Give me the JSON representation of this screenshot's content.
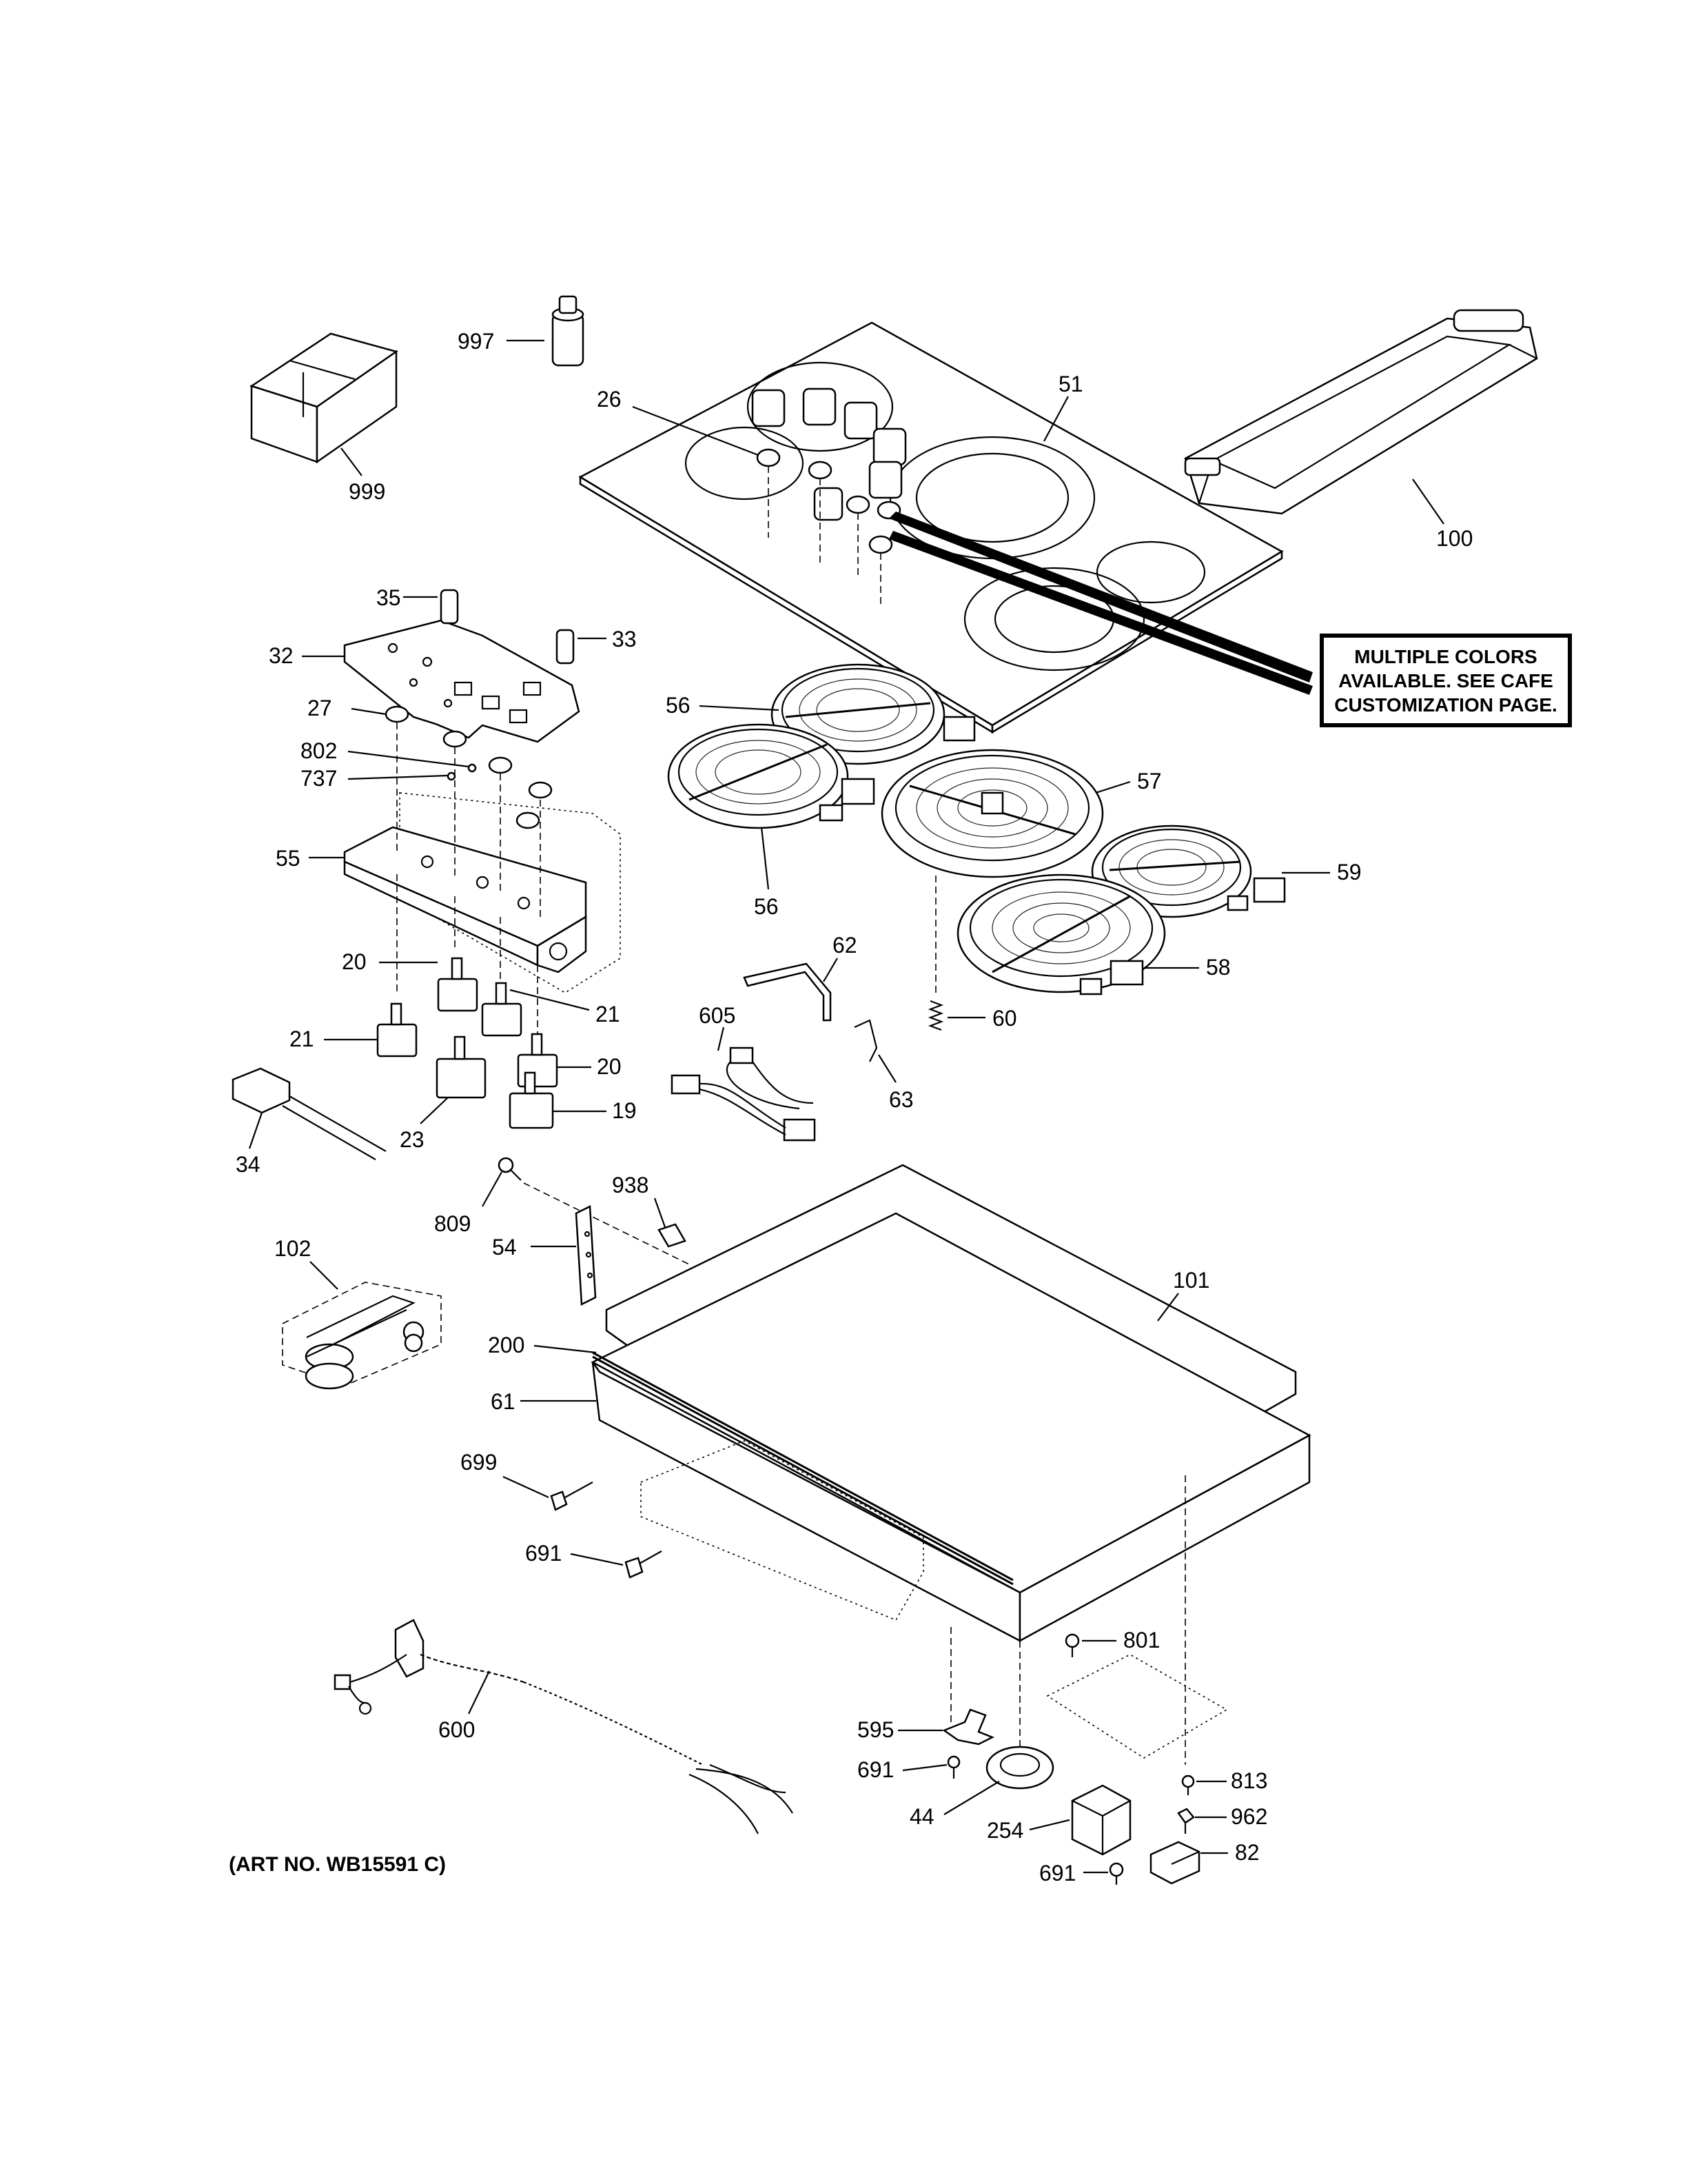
{
  "art_number": "(ART NO. WB15591 C)",
  "note": {
    "lines": [
      "MULTIPLE COLORS",
      "AVAILABLE. SEE CAFE",
      "CUSTOMIZATION PAGE."
    ]
  },
  "callouts": [
    {
      "id": "c997",
      "text": "997"
    },
    {
      "id": "c999",
      "text": "999"
    },
    {
      "id": "c26",
      "text": "26"
    },
    {
      "id": "c51",
      "text": "51"
    },
    {
      "id": "c100",
      "text": "100"
    },
    {
      "id": "c35",
      "text": "35"
    },
    {
      "id": "c33",
      "text": "33"
    },
    {
      "id": "c32",
      "text": "32"
    },
    {
      "id": "c27",
      "text": "27"
    },
    {
      "id": "c802",
      "text": "802"
    },
    {
      "id": "c737",
      "text": "737"
    },
    {
      "id": "c55",
      "text": "55"
    },
    {
      "id": "c20a",
      "text": "20"
    },
    {
      "id": "c21a",
      "text": "21"
    },
    {
      "id": "c21b",
      "text": "21"
    },
    {
      "id": "c20b",
      "text": "20"
    },
    {
      "id": "c23",
      "text": "23"
    },
    {
      "id": "c19",
      "text": "19"
    },
    {
      "id": "c34",
      "text": "34"
    },
    {
      "id": "c56a",
      "text": "56"
    },
    {
      "id": "c57",
      "text": "57"
    },
    {
      "id": "c56b",
      "text": "56"
    },
    {
      "id": "c59",
      "text": "59"
    },
    {
      "id": "c58",
      "text": "58"
    },
    {
      "id": "c62",
      "text": "62"
    },
    {
      "id": "c605",
      "text": "605"
    },
    {
      "id": "c60",
      "text": "60"
    },
    {
      "id": "c63",
      "text": "63"
    },
    {
      "id": "c938",
      "text": "938"
    },
    {
      "id": "c809",
      "text": "809"
    },
    {
      "id": "c102",
      "text": "102"
    },
    {
      "id": "c54",
      "text": "54"
    },
    {
      "id": "c101",
      "text": "101"
    },
    {
      "id": "c200",
      "text": "200"
    },
    {
      "id": "c61",
      "text": "61"
    },
    {
      "id": "c699",
      "text": "699"
    },
    {
      "id": "c691a",
      "text": "691"
    },
    {
      "id": "c801",
      "text": "801"
    },
    {
      "id": "c600",
      "text": "600"
    },
    {
      "id": "c595",
      "text": "595"
    },
    {
      "id": "c691b",
      "text": "691"
    },
    {
      "id": "c813",
      "text": "813"
    },
    {
      "id": "c44",
      "text": "44"
    },
    {
      "id": "c962",
      "text": "962"
    },
    {
      "id": "c254",
      "text": "254"
    },
    {
      "id": "c82",
      "text": "82"
    },
    {
      "id": "c691c",
      "text": "691"
    }
  ]
}
